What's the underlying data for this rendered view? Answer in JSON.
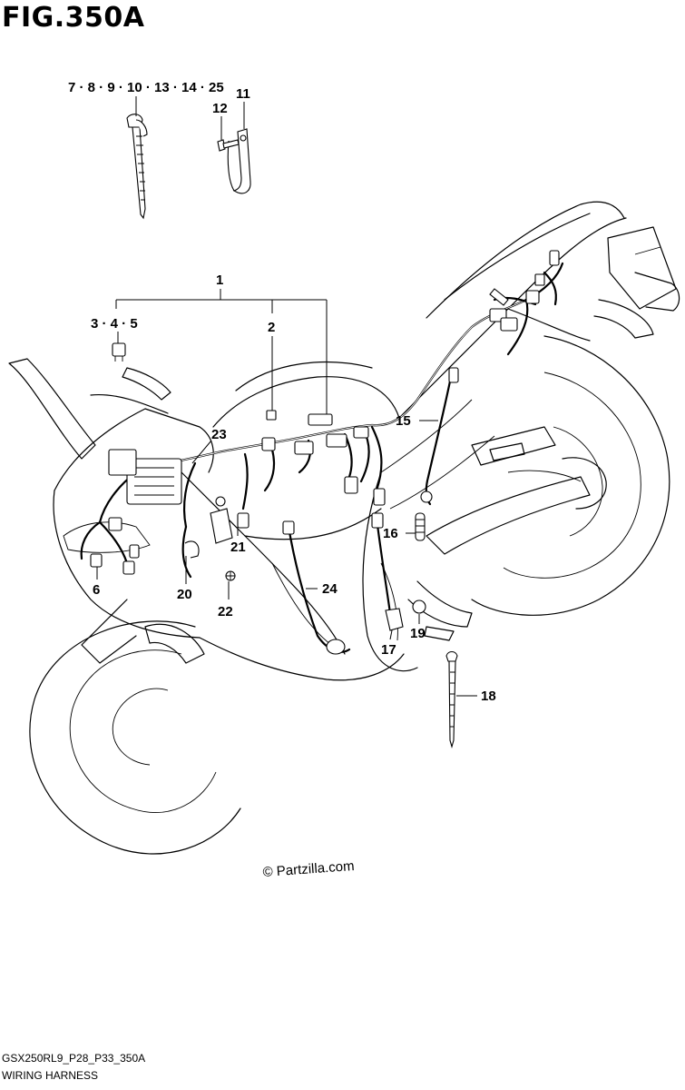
{
  "figure": {
    "title": "FIG.350A"
  },
  "callouts": {
    "c1": "1",
    "c2": "2",
    "c345": "3 · 4 · 5",
    "c6": "6",
    "c7": "7 · 8 · 9 · 10 · 13 · 14 · 25",
    "c11": "11",
    "c12": "12",
    "c15": "15",
    "c16": "16",
    "c17": "17",
    "c18": "18",
    "c19": "19",
    "c20": "20",
    "c21": "21",
    "c22": "22",
    "c23": "23",
    "c24": "24"
  },
  "watermark": "© Partzilla.com",
  "footer": {
    "model_code": "GSX250RL9_P28_P33_350A",
    "section_name": "WIRING HARNESS"
  }
}
